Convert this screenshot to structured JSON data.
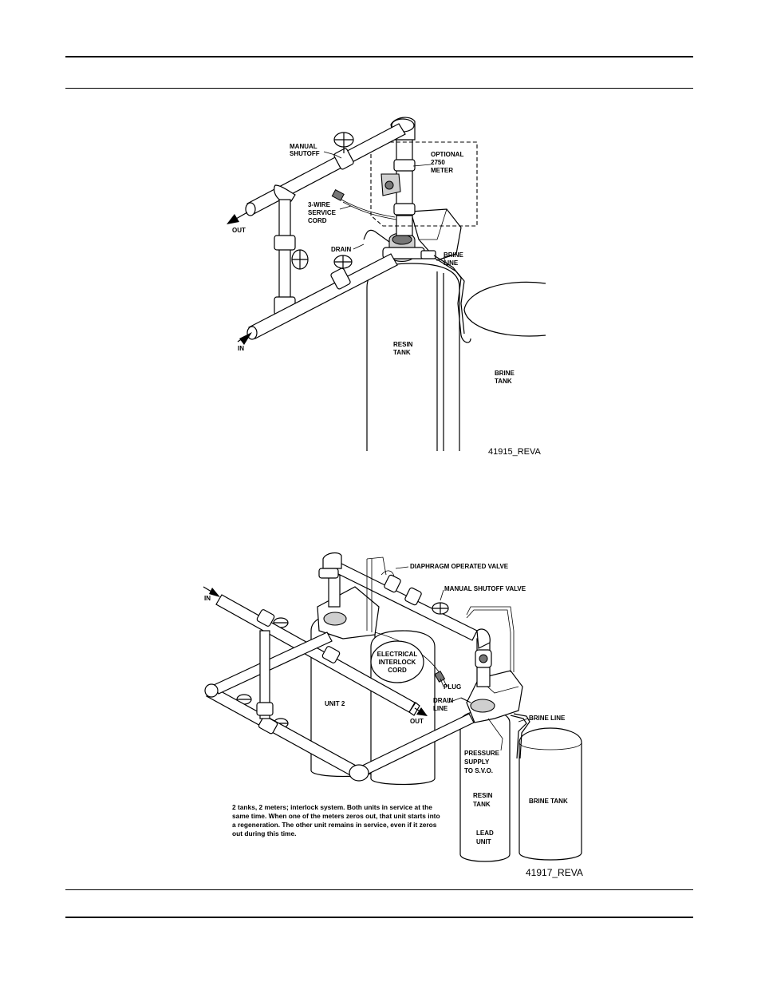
{
  "figure1": {
    "labels": {
      "manual_shutoff": [
        "MANUAL",
        "SHUTOFF"
      ],
      "optional_meter": [
        "OPTIONAL",
        "2750",
        "METER"
      ],
      "service_cord": [
        "3-WIRE",
        "SERVICE",
        "CORD"
      ],
      "out": "OUT",
      "drain": "DRAIN",
      "brine_line": [
        "BRINE",
        "LINE"
      ],
      "in": "IN",
      "resin_tank": [
        "RESIN",
        "TANK"
      ],
      "brine_tank": [
        "BRINE",
        "TANK"
      ]
    },
    "ref": "41915_REVA"
  },
  "figure2": {
    "labels": {
      "diaphragm_valve": "DIAPHRAGM OPERATED VALVE",
      "manual_shutoff_valve": "MANUAL SHUTOFF VALVE",
      "in": "IN",
      "interlock_cord": [
        "ELECTRICAL",
        "INTERLOCK",
        "CORD"
      ],
      "plug": "PLUG",
      "drain_line": [
        "DRAIN",
        "LINE"
      ],
      "unit2": "UNIT 2",
      "out": "OUT",
      "brine_line": "BRINE LINE",
      "pressure_supply": [
        "PRESSURE",
        "SUPPLY",
        "TO S.V.O."
      ],
      "resin_tank": [
        "RESIN",
        "TANK"
      ],
      "brine_tank": "BRINE TANK",
      "lead_unit": [
        "LEAD",
        "UNIT"
      ]
    },
    "caption": "2 tanks, 2 meters; interlock system. Both units in service at the same time. When one of the meters zeros out, that unit starts into a regeneration. The other unit remains in service, even if it zeros out during this time.",
    "ref": "41917_REVA"
  }
}
